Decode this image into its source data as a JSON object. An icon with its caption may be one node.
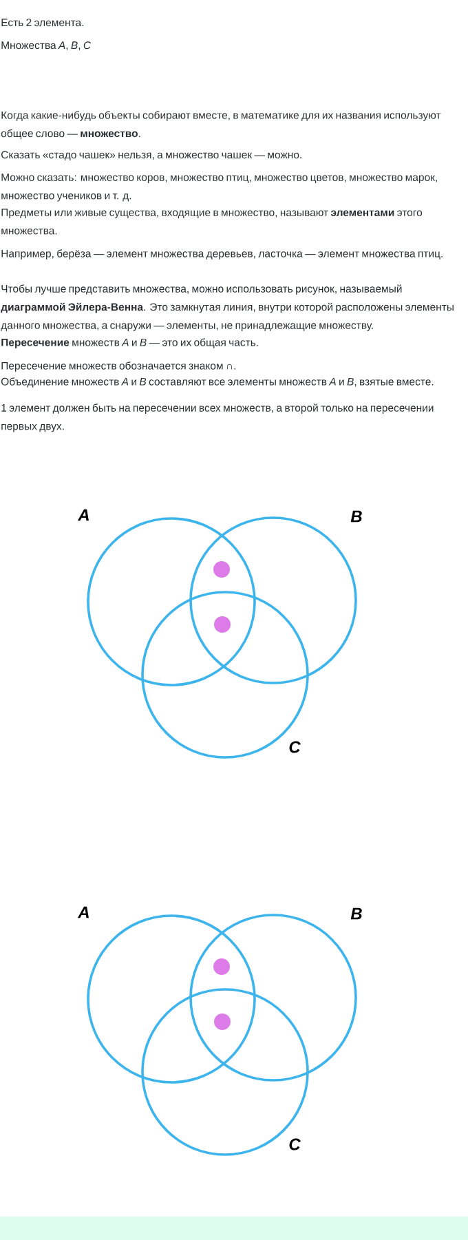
{
  "diagram": {
    "nodes": [
      {
        "text": [],
        "shape": "circle",
        "beside": [
          "A"
        ]
      },
      {
        "text": [],
        "shape": "circle",
        "beside": [
          "B"
        ]
      },
      {
        "text": [],
        "shape": "circle",
        "beside": [
          "C"
        ]
      },
      {
        "text": [],
        "shape": "dot"
      },
      {
        "text": [],
        "shape": "dot"
      },
      {
        "text": [],
        "shape": "circle",
        "beside": [
          "A"
        ]
      },
      {
        "text": [],
        "shape": "circle",
        "beside": [
          "B"
        ]
      },
      {
        "text": [],
        "shape": "circle",
        "beside": [
          "C"
        ]
      },
      {
        "text": [],
        "shape": "dot"
      },
      {
        "text": [],
        "shape": "dot"
      }
    ],
    "labels": [
      "Есть 2 элемента.",
      "Множества *A*, *B*, *C*",
      "Когда какие-нибудь объекты собирают вместе, в математике для их названия используют общее слово — **множество**.",
      "Сказать «стадо чашек» нельзя, а множество чашек — можно.",
      "Можно сказать: множество коров, множество птиц, множество цветов, множество марок, множество учеников и т. д.",
      "Предметы или живые существа, входящие в множество, называют **элементами** этого множества.",
      "Например, берёза — элемент множества деревьев, ласточка — элемент множества птиц.",
      "Чтобы лучше представить множества, можно использовать рисунок, называемый **диаграммой Эйлера-Венна**. Это замкнутая линия, внутри которой расположены элементы данного множества, а снаружи — элементы, не принадлежащие множеству.",
      "**Пересечение** множеств *A* и *B* — это их общая часть.",
      "Пересечение множеств обозначается знаком ∩.",
      "Объединение множеств *A* и *B* составляют все элементы множеств *A* и *B*, взятые вместе.",
      "1 элемент должен быть на пересечении всех множеств, а второй только на пересечении первых двух."
    ]
  }
}
